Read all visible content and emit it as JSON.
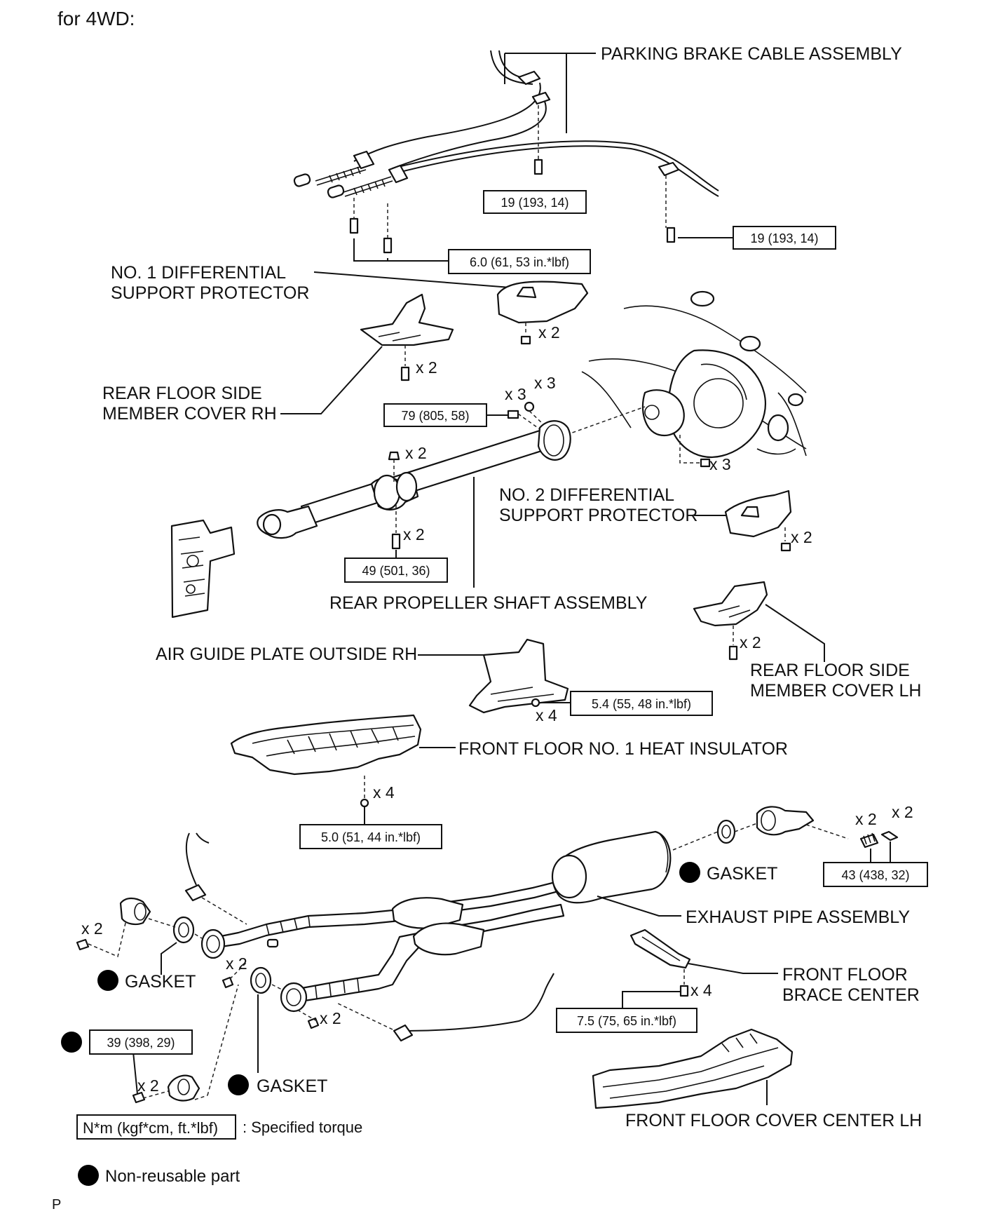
{
  "header": {
    "title": "for 4WD:"
  },
  "labels": {
    "parking_brake": "PARKING BRAKE CABLE ASSEMBLY",
    "no1_diff_l1": "NO. 1 DIFFERENTIAL",
    "no1_diff_l2": "SUPPORT PROTECTOR",
    "rear_side_rh_l1": "REAR FLOOR SIDE",
    "rear_side_rh_l2": "MEMBER COVER RH",
    "no2_diff_l1": "NO. 2 DIFFERENTIAL",
    "no2_diff_l2": "SUPPORT PROTECTOR",
    "rear_prop": "REAR PROPELLER SHAFT ASSEMBLY",
    "rear_side_lh_l1": "REAR FLOOR SIDE",
    "rear_side_lh_l2": "MEMBER COVER LH",
    "air_guide": "AIR GUIDE PLATE OUTSIDE RH",
    "heat_insulator": "FRONT FLOOR NO. 1 HEAT INSULATOR",
    "gasket": "GASKET",
    "exhaust": "EXHAUST PIPE ASSEMBLY",
    "brace_l1": "FRONT FLOOR",
    "brace_l2": "BRACE CENTER",
    "floor_cover": "FRONT FLOOR COVER CENTER LH"
  },
  "torques": {
    "t19a": "19 (193, 14)",
    "t19b": "19 (193, 14)",
    "t6": "6.0 (61, 53 in.*lbf)",
    "t79": "79 (805, 58)",
    "t49": "49 (501, 36)",
    "t54": "5.4 (55, 48 in.*lbf)",
    "t50": "5.0 (51, 44 in.*lbf)",
    "t43": "43 (438, 32)",
    "t39": "39 (398, 29)",
    "t75": "7.5 (75, 65 in.*lbf)"
  },
  "quantities": {
    "x2": "x 2",
    "x3": "x 3",
    "x4": "x 4"
  },
  "legend": {
    "torque_box": "N*m (kgf*cm, ft.*lbf)",
    "torque_text": ": Specified torque",
    "nonreusable": "Non-reusable part"
  },
  "footer": {
    "code": "P"
  }
}
